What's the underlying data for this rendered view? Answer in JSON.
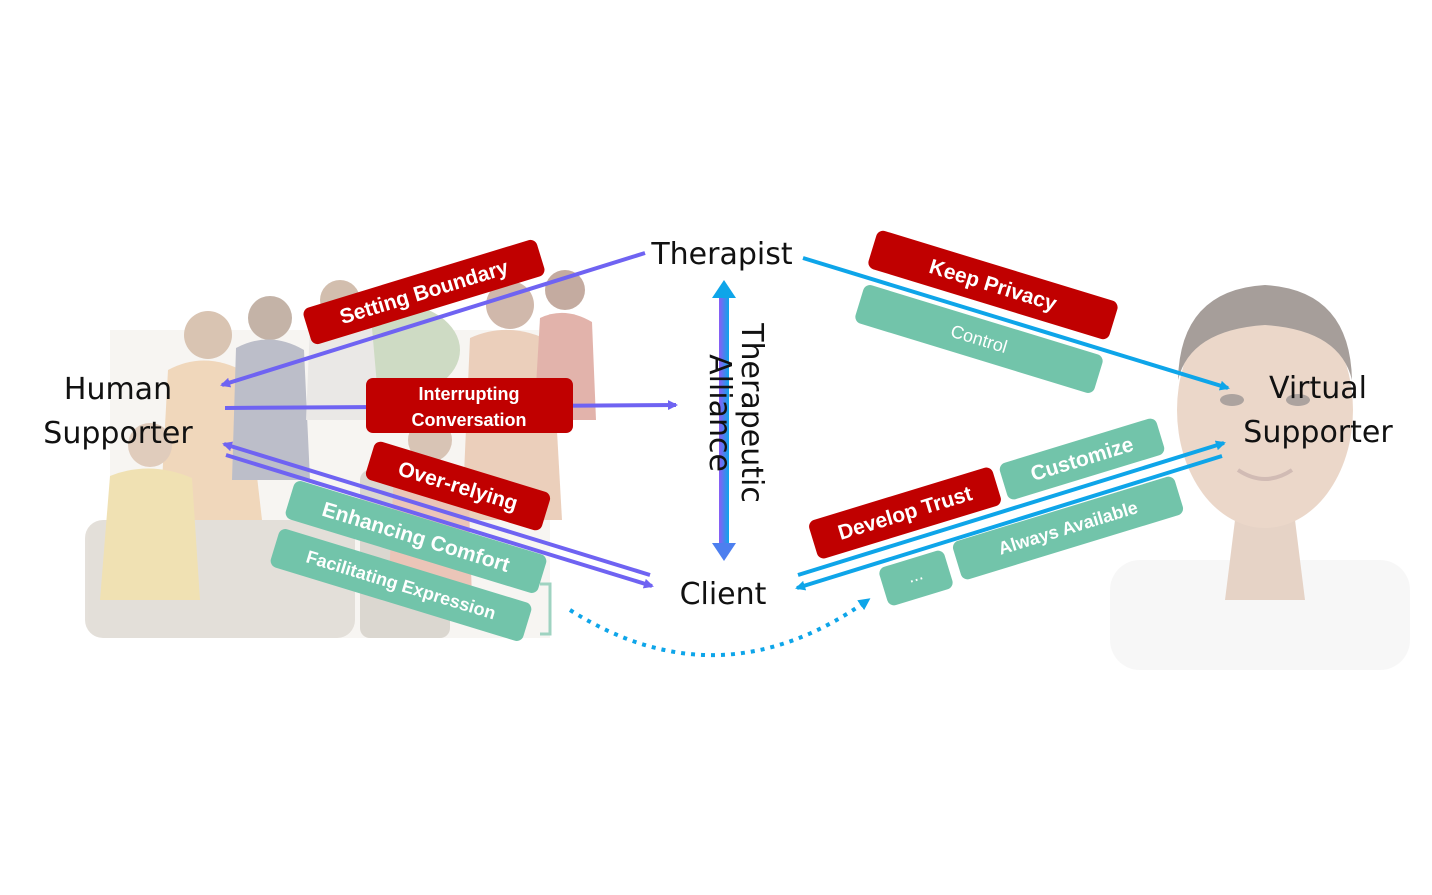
{
  "nodes": {
    "therapist": "Therapist",
    "client": "Client",
    "human_supporter": [
      "Human",
      "Supporter"
    ],
    "virtual_supporter": [
      "Virtual",
      "Supporter"
    ]
  },
  "alliance": [
    "Therapeutic",
    "Alliance"
  ],
  "tags": {
    "setting_boundary": "Setting Boundary",
    "interrupting": [
      "Interrupting",
      "Conversation"
    ],
    "over_relying": "Over-relying",
    "enhancing_comfort": "Enhancing Comfort",
    "facilitating_expression": "Facilitating Expression",
    "keep_privacy": "Keep Privacy",
    "control": "Control",
    "develop_trust": "Develop Trust",
    "customize": "Customize",
    "always_available": "Always Available",
    "ellipsis": "..."
  },
  "colors": {
    "challenge_tag": "#c00000",
    "benefit_tag": "#72c4aa",
    "human_arrow": "#6f63f2",
    "virtual_arrow": "#0ea5e9",
    "alliance_gradient": [
      "#8b5cf6",
      "#0ea5e9"
    ]
  },
  "icons": {
    "human_background": "group-photo",
    "virtual_background": "face-photo"
  }
}
